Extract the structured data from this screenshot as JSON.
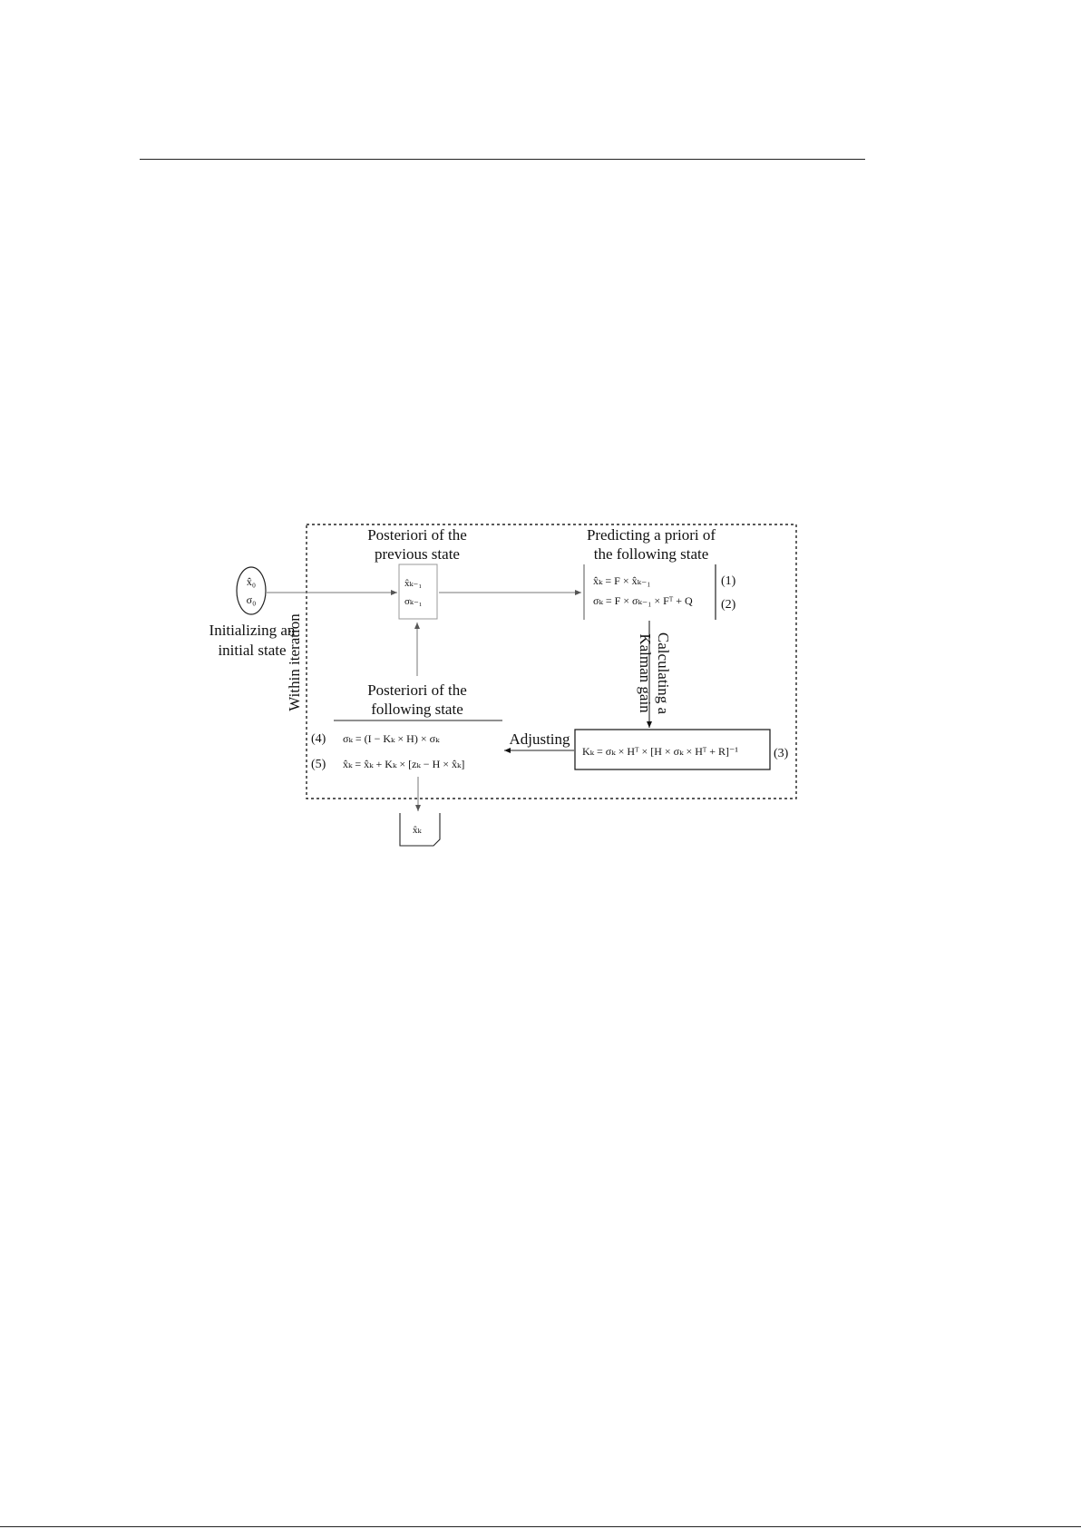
{
  "diagram": {
    "labels": {
      "initial_state": [
        "Initializing an",
        "initial state"
      ],
      "posteriori_previous": [
        "Posteriori of the",
        "previous state"
      ],
      "predicting": [
        "Predicting a priori of",
        "the following state"
      ],
      "calculating": [
        "Calculating a",
        "Kalman gain"
      ],
      "posteriori_following": [
        "Posteriori of the",
        "following state"
      ],
      "adjusting": "Adjusting",
      "within_iteration": "Within iteration"
    },
    "initial_symbols": [
      "x̂₀",
      "σ₀"
    ],
    "previous_state_symbols": [
      "x̂ₖ₋₁",
      "σₖ₋₁"
    ],
    "output_symbol": "x̂ₖ",
    "equations": {
      "eq1": "x̂ₖ = F × x̂ₖ₋₁",
      "eq2": "σₖ = F × σₖ₋₁ × Fᵀ + Q",
      "eq3": "Kₖ = σₖ × Hᵀ × [H × σₖ × Hᵀ + R]⁻¹",
      "eq4": "σₖ = (I − Kₖ × H) × σₖ",
      "eq5": "x̂ₖ = x̂ₖ + Kₖ × [zₖ − H × x̂ₖ]"
    },
    "equation_numbers": [
      "(1)",
      "(2)",
      "(3)",
      "(4)",
      "(5)"
    ]
  }
}
